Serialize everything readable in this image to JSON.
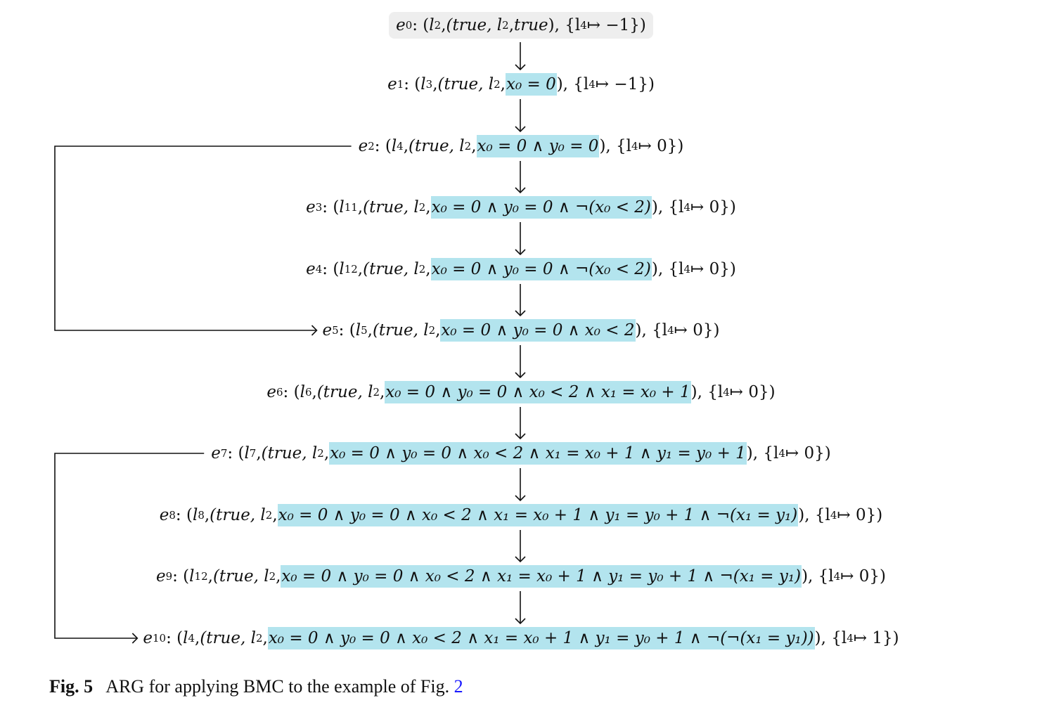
{
  "nodes": [
    {
      "label": "e",
      "sub": "0",
      "loc": "l",
      "loc_sub": "2",
      "prefix": "(true, l",
      "prefix_sub": "2",
      "formula": "true",
      "tail": "), {l",
      "tail_sub": "4",
      "tail_val": " ↦ −1})",
      "highlight": false
    },
    {
      "label": "e",
      "sub": "1",
      "loc": "l",
      "loc_sub": "3",
      "prefix": "(true, l",
      "prefix_sub": "2",
      "formula": "x₀ = 0",
      "tail": "), {l",
      "tail_sub": "4",
      "tail_val": " ↦ −1})",
      "highlight": true
    },
    {
      "label": "e",
      "sub": "2",
      "loc": "l",
      "loc_sub": "4",
      "prefix": "(true, l",
      "prefix_sub": "2",
      "formula": "x₀ = 0 ∧ y₀ = 0",
      "tail": "), {l",
      "tail_sub": "4",
      "tail_val": " ↦ 0})",
      "highlight": true
    },
    {
      "label": "e",
      "sub": "3",
      "loc": "l",
      "loc_sub": "11",
      "prefix": "(true, l",
      "prefix_sub": "2",
      "formula": "x₀ = 0 ∧ y₀ = 0 ∧ ¬(x₀ < 2)",
      "tail": "), {l",
      "tail_sub": "4",
      "tail_val": " ↦ 0})",
      "highlight": true
    },
    {
      "label": "e",
      "sub": "4",
      "loc": "l",
      "loc_sub": "12",
      "prefix": "(true, l",
      "prefix_sub": "2",
      "formula": "x₀ = 0 ∧ y₀ = 0 ∧ ¬(x₀ < 2)",
      "tail": "), {l",
      "tail_sub": "4",
      "tail_val": " ↦ 0})",
      "highlight": true
    },
    {
      "label": "e",
      "sub": "5",
      "loc": "l",
      "loc_sub": "5",
      "prefix": "(true, l",
      "prefix_sub": "2",
      "formula": "x₀ = 0 ∧ y₀ = 0 ∧ x₀ < 2",
      "tail": "), {l",
      "tail_sub": "4",
      "tail_val": " ↦ 0})",
      "highlight": true
    },
    {
      "label": "e",
      "sub": "6",
      "loc": "l",
      "loc_sub": "6",
      "prefix": "(true, l",
      "prefix_sub": "2",
      "formula": "x₀ = 0 ∧ y₀ = 0 ∧ x₀ < 2 ∧ x₁ = x₀ + 1",
      "tail": "), {l",
      "tail_sub": "4",
      "tail_val": " ↦ 0})",
      "highlight": true
    },
    {
      "label": "e",
      "sub": "7",
      "loc": "l",
      "loc_sub": "7",
      "prefix": "(true, l",
      "prefix_sub": "2",
      "formula": "x₀ = 0 ∧ y₀ = 0 ∧ x₀ < 2 ∧ x₁ = x₀ + 1 ∧ y₁ = y₀ + 1",
      "tail": "), {l",
      "tail_sub": "4",
      "tail_val": " ↦ 0})",
      "highlight": true
    },
    {
      "label": "e",
      "sub": "8",
      "loc": "l",
      "loc_sub": "8",
      "prefix": "(true, l",
      "prefix_sub": "2",
      "formula": "x₀ = 0 ∧ y₀ = 0 ∧ x₀ < 2 ∧ x₁ = x₀ + 1 ∧ y₁ = y₀ + 1 ∧ ¬(x₁ = y₁)",
      "tail": "), {l",
      "tail_sub": "4",
      "tail_val": " ↦ 0})",
      "highlight": true
    },
    {
      "label": "e",
      "sub": "9",
      "loc": "l",
      "loc_sub": "12",
      "prefix": "(true, l",
      "prefix_sub": "2",
      "formula": "x₀ = 0 ∧ y₀ = 0 ∧ x₀ < 2 ∧ x₁ = x₀ + 1 ∧ y₁ = y₀ + 1 ∧ ¬(x₁ = y₁)",
      "tail": "), {l",
      "tail_sub": "4",
      "tail_val": " ↦ 0})",
      "highlight": true
    },
    {
      "label": "e",
      "sub": "10",
      "loc": "l",
      "loc_sub": "4",
      "prefix": "(true, l",
      "prefix_sub": "2",
      "formula": "x₀ = 0 ∧ y₀ = 0 ∧ x₀ < 2 ∧ x₁ = x₀ + 1 ∧ y₁ = y₀ + 1 ∧ ¬(¬(x₁ = y₁))",
      "tail": "), {l",
      "tail_sub": "4",
      "tail_val": " ↦ 1})",
      "highlight": true
    }
  ],
  "back_edges": [
    {
      "from": "e2",
      "to": "e5"
    },
    {
      "from": "e7",
      "to": "e10"
    }
  ],
  "caption": {
    "fig_label": "Fig. 5",
    "text": "ARG for applying BMC to the example of Fig. ",
    "ref": "2"
  },
  "colors": {
    "highlight": "#b3e4ee",
    "root_box": "#eeeeee",
    "ref_link": "#1a1aff"
  }
}
